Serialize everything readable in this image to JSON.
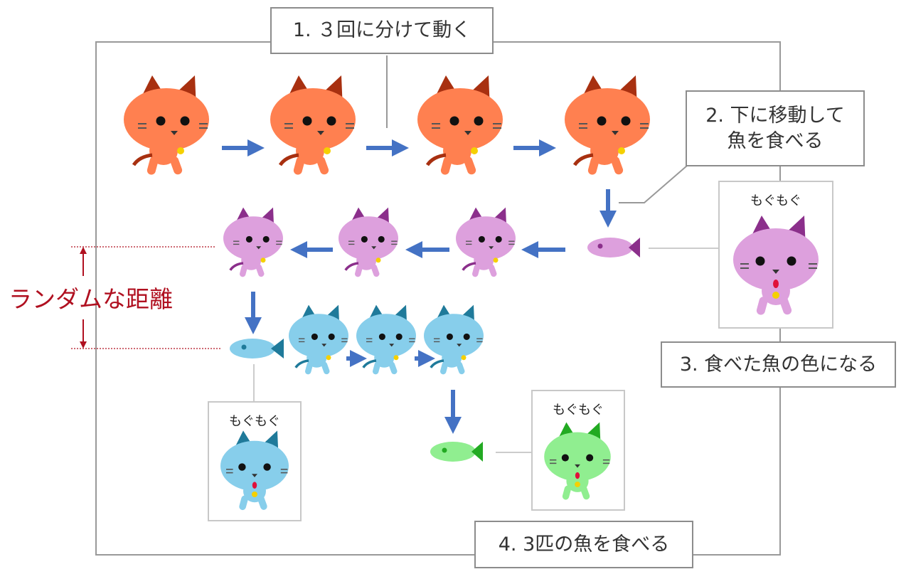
{
  "steps": {
    "step1": "1. ３回に分けて動く",
    "step2_line1": "2. 下に移動して",
    "step2_line2": "魚を食べる",
    "step3": "3. 食べた魚の色になる",
    "step4": "4. 3匹の魚を食べる"
  },
  "eating_caption": "もぐもぐ",
  "random_distance_label": "ランダムな距離",
  "colors": {
    "orange_cat": "#ff8050",
    "orange_cat_ears": "#a83010",
    "purple_cat": "#dda0dd",
    "purple_cat_ears": "#8b2f8b",
    "blue_cat": "#87ceeb",
    "blue_cat_ears": "#1f7a9a",
    "green_cat": "#90ee90",
    "green_cat_ears": "#22aa22",
    "arrow": "#4472c4",
    "random_marker": "#b01020"
  }
}
